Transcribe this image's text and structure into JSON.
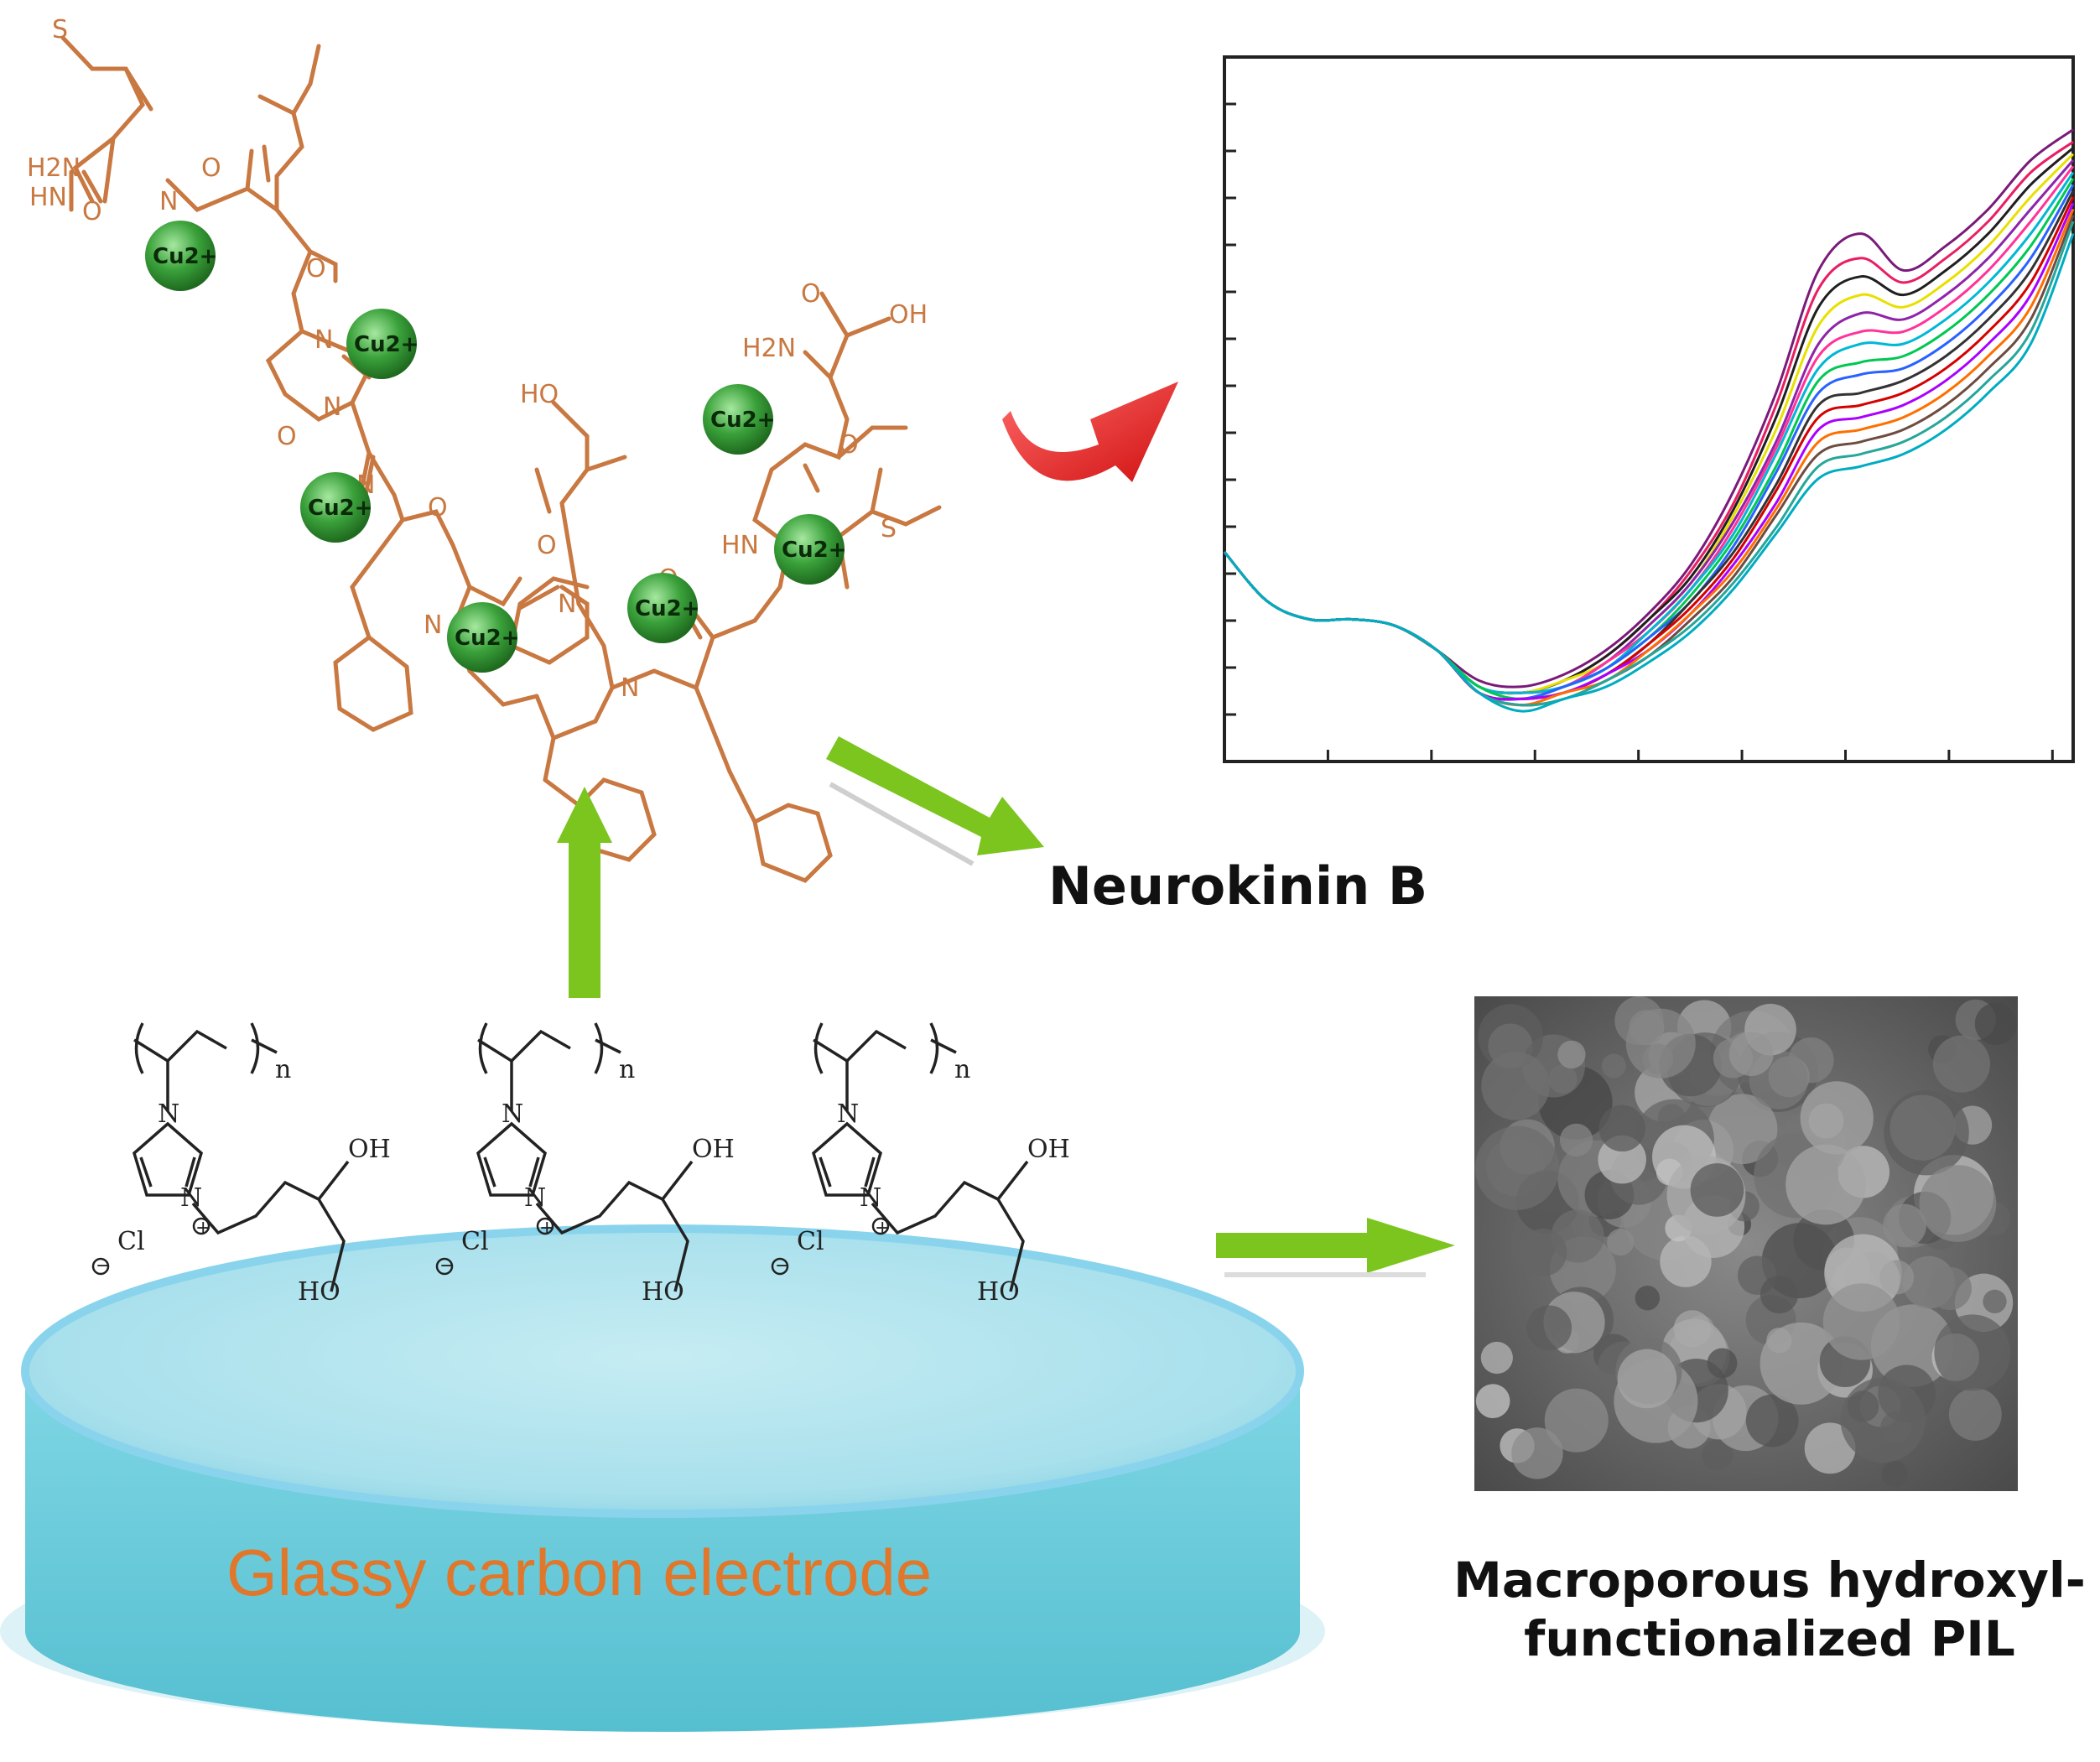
{
  "labels": {
    "neurokinin": "Neurokinin B",
    "electrode": "Glassy carbon electrode",
    "pil_line1": "Macroporous hydroxyl-",
    "pil_line2": "functionalized PIL"
  },
  "peptide": {
    "atoms": [
      "H2N",
      "HN",
      "N",
      "N",
      "N",
      "N",
      "N",
      "N",
      "N",
      "HN",
      "HO",
      "OH",
      "H2N",
      "S",
      "S",
      "O",
      "O",
      "O",
      "O",
      "O",
      "O",
      "O",
      "O",
      "O"
    ],
    "ion": "Cu2+"
  },
  "polymer": {
    "atoms": [
      "N",
      "N",
      "OH",
      "HO",
      "Cl",
      "n"
    ]
  },
  "colors": {
    "peptide": "#C87840",
    "electrode_top": "#A8E0EC",
    "electrode_side": "#6CCBDA",
    "arrow_green": "#7CC41E",
    "curved_arrow": "#E02020",
    "cu_sphere": "#3AA13A"
  },
  "chart_data": {
    "type": "line",
    "title": "",
    "xlabel": "",
    "ylabel": "",
    "x": [
      0,
      0.05,
      0.1,
      0.15,
      0.2,
      0.25,
      0.3,
      0.35,
      0.4,
      0.45,
      0.5,
      0.55,
      0.6,
      0.65,
      0.7,
      0.75,
      0.8,
      0.85,
      0.9,
      0.95,
      1.0
    ],
    "series_count": 16,
    "series": [
      {
        "color": "#7A1A7A",
        "values": [
          0.26,
          0.18,
          0.15,
          0.15,
          0.14,
          0.1,
          0.05,
          0.04,
          0.06,
          0.1,
          0.16,
          0.24,
          0.36,
          0.52,
          0.72,
          0.78,
          0.72,
          0.76,
          0.82,
          0.9,
          0.95
        ]
      },
      {
        "color": "#E91E63",
        "values": [
          0.26,
          0.18,
          0.15,
          0.15,
          0.14,
          0.1,
          0.04,
          0.03,
          0.05,
          0.09,
          0.15,
          0.23,
          0.34,
          0.5,
          0.69,
          0.74,
          0.7,
          0.74,
          0.8,
          0.88,
          0.93
        ]
      },
      {
        "color": "#1F1F1F",
        "values": [
          0.26,
          0.18,
          0.15,
          0.15,
          0.14,
          0.1,
          0.04,
          0.03,
          0.05,
          0.09,
          0.15,
          0.22,
          0.33,
          0.48,
          0.66,
          0.71,
          0.68,
          0.72,
          0.78,
          0.86,
          0.92
        ]
      },
      {
        "color": "#E8E000",
        "values": [
          0.26,
          0.18,
          0.15,
          0.15,
          0.14,
          0.1,
          0.04,
          0.03,
          0.05,
          0.08,
          0.14,
          0.21,
          0.32,
          0.46,
          0.63,
          0.68,
          0.66,
          0.7,
          0.76,
          0.84,
          0.91
        ]
      },
      {
        "color": "#8E24AA",
        "values": [
          0.26,
          0.18,
          0.15,
          0.15,
          0.14,
          0.1,
          0.04,
          0.03,
          0.04,
          0.08,
          0.14,
          0.21,
          0.31,
          0.44,
          0.6,
          0.65,
          0.64,
          0.68,
          0.74,
          0.82,
          0.9
        ]
      },
      {
        "color": "#FF3399",
        "values": [
          0.26,
          0.18,
          0.15,
          0.15,
          0.14,
          0.1,
          0.04,
          0.03,
          0.04,
          0.08,
          0.13,
          0.2,
          0.3,
          0.43,
          0.58,
          0.62,
          0.62,
          0.66,
          0.72,
          0.8,
          0.89
        ]
      },
      {
        "color": "#00B8D4",
        "values": [
          0.26,
          0.18,
          0.15,
          0.15,
          0.14,
          0.1,
          0.04,
          0.03,
          0.04,
          0.07,
          0.13,
          0.2,
          0.29,
          0.42,
          0.56,
          0.6,
          0.6,
          0.64,
          0.7,
          0.78,
          0.88
        ]
      },
      {
        "color": "#00C853",
        "values": [
          0.26,
          0.18,
          0.15,
          0.15,
          0.14,
          0.1,
          0.04,
          0.02,
          0.04,
          0.07,
          0.12,
          0.19,
          0.28,
          0.4,
          0.54,
          0.57,
          0.58,
          0.62,
          0.68,
          0.76,
          0.87
        ]
      },
      {
        "color": "#2962FF",
        "values": [
          0.26,
          0.18,
          0.15,
          0.15,
          0.14,
          0.1,
          0.03,
          0.02,
          0.04,
          0.07,
          0.12,
          0.18,
          0.27,
          0.39,
          0.52,
          0.55,
          0.56,
          0.6,
          0.66,
          0.74,
          0.86
        ]
      },
      {
        "color": "#333333",
        "values": [
          0.26,
          0.18,
          0.15,
          0.15,
          0.14,
          0.1,
          0.03,
          0.02,
          0.03,
          0.06,
          0.11,
          0.18,
          0.26,
          0.37,
          0.5,
          0.52,
          0.54,
          0.58,
          0.64,
          0.72,
          0.85
        ]
      },
      {
        "color": "#D50000",
        "values": [
          0.26,
          0.18,
          0.15,
          0.15,
          0.14,
          0.1,
          0.03,
          0.02,
          0.03,
          0.06,
          0.11,
          0.17,
          0.25,
          0.36,
          0.48,
          0.5,
          0.52,
          0.56,
          0.62,
          0.7,
          0.84
        ]
      },
      {
        "color": "#AA00FF",
        "values": [
          0.26,
          0.18,
          0.15,
          0.15,
          0.14,
          0.1,
          0.03,
          0.02,
          0.03,
          0.06,
          0.1,
          0.16,
          0.24,
          0.34,
          0.46,
          0.48,
          0.5,
          0.54,
          0.6,
          0.68,
          0.83
        ]
      },
      {
        "color": "#FF6F00",
        "values": [
          0.26,
          0.18,
          0.15,
          0.15,
          0.14,
          0.1,
          0.03,
          0.01,
          0.03,
          0.05,
          0.1,
          0.16,
          0.23,
          0.33,
          0.44,
          0.46,
          0.48,
          0.52,
          0.58,
          0.66,
          0.82
        ]
      },
      {
        "color": "#6D4C41",
        "values": [
          0.26,
          0.18,
          0.15,
          0.15,
          0.14,
          0.1,
          0.03,
          0.01,
          0.02,
          0.05,
          0.09,
          0.15,
          0.22,
          0.32,
          0.42,
          0.44,
          0.46,
          0.5,
          0.56,
          0.64,
          0.81
        ]
      },
      {
        "color": "#26A69A",
        "values": [
          0.26,
          0.18,
          0.15,
          0.15,
          0.14,
          0.1,
          0.03,
          0.01,
          0.02,
          0.05,
          0.09,
          0.14,
          0.21,
          0.3,
          0.4,
          0.42,
          0.44,
          0.48,
          0.54,
          0.62,
          0.8
        ]
      },
      {
        "color": "#00ACC1",
        "values": [
          0.26,
          0.18,
          0.15,
          0.15,
          0.14,
          0.1,
          0.03,
          0.0,
          0.02,
          0.04,
          0.08,
          0.13,
          0.2,
          0.29,
          0.38,
          0.4,
          0.42,
          0.46,
          0.52,
          0.6,
          0.78
        ]
      }
    ]
  }
}
